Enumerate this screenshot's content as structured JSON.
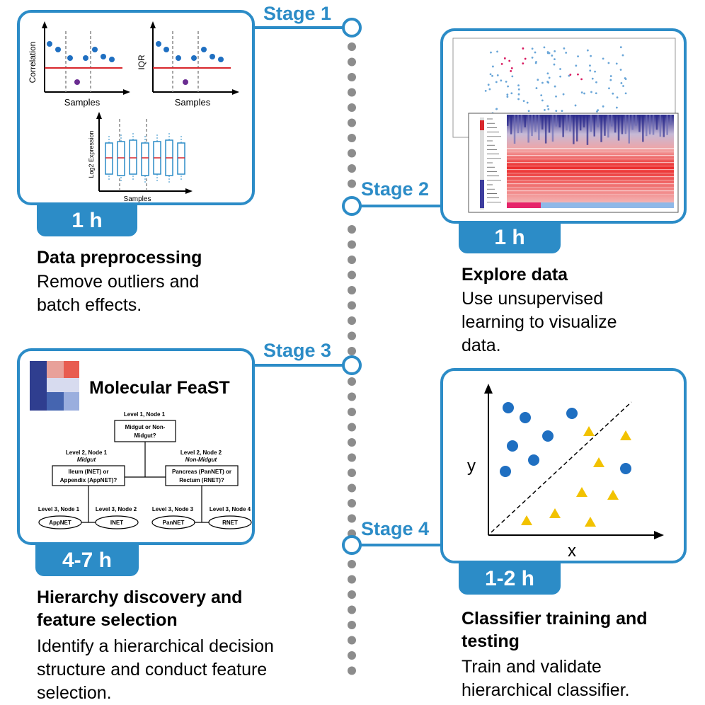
{
  "stages": [
    {
      "label": "Stage 1",
      "time": "1 h",
      "title": "Data preprocessing",
      "body": "Remove outliers and batch effects."
    },
    {
      "label": "Stage 2",
      "time": "1 h",
      "title": "Explore data",
      "body": "Use unsupervised learning to visualize data."
    },
    {
      "label": "Stage 3",
      "time": "4-7 h",
      "title": "Hierarchy discovery and feature selection",
      "body": "Identify a hierarchical decision structure and conduct feature selection."
    },
    {
      "label": "Stage 4",
      "time": "1-2 h",
      "title": "Classifier training and testing",
      "body": "Train and validate hierarchical classifier."
    }
  ],
  "stage1_panel": {
    "plot1_ylabel": "Correlation",
    "plot1_xlabel": "Samples",
    "plot2_ylabel": "IQR",
    "plot2_xlabel": "Samples",
    "plot3_ylabel": "Log2 Expression",
    "plot3_xlabel": "Samples"
  },
  "stage3_panel": {
    "logo_text": "Molecular FeaST",
    "node_l1_label": "Level 1, Node 1",
    "node_l1_box": [
      "Midgut or Non-",
      "Midgut?"
    ],
    "node_l2a_label": "Level 2, Node 1",
    "node_l2a_sub": "Midgut",
    "node_l2a_box": [
      "Ileum (INET) or",
      "Appendix (AppNET)?"
    ],
    "node_l2b_label": "Level 2, Node 2",
    "node_l2b_sub": "Non-Midgut",
    "node_l2b_box": [
      "Pancreas (PanNET) or",
      "Rectum (RNET)?"
    ],
    "leaf_labels": [
      "Level 3, Node 1",
      "Level 3, Node 2",
      "Level 3, Node 3",
      "Level 3, Node 4"
    ],
    "leaves": [
      "AppNET",
      "INET",
      "PanNET",
      "RNET"
    ]
  },
  "stage4_panel": {
    "ylabel": "y",
    "xlabel": "x"
  },
  "colors": {
    "accent": "#2c8cc7",
    "dot_blue": "#1f6fc1",
    "triangle_yellow": "#f2c200",
    "outlier_purple": "#6a2c91",
    "threshold_red": "#d8262c"
  }
}
